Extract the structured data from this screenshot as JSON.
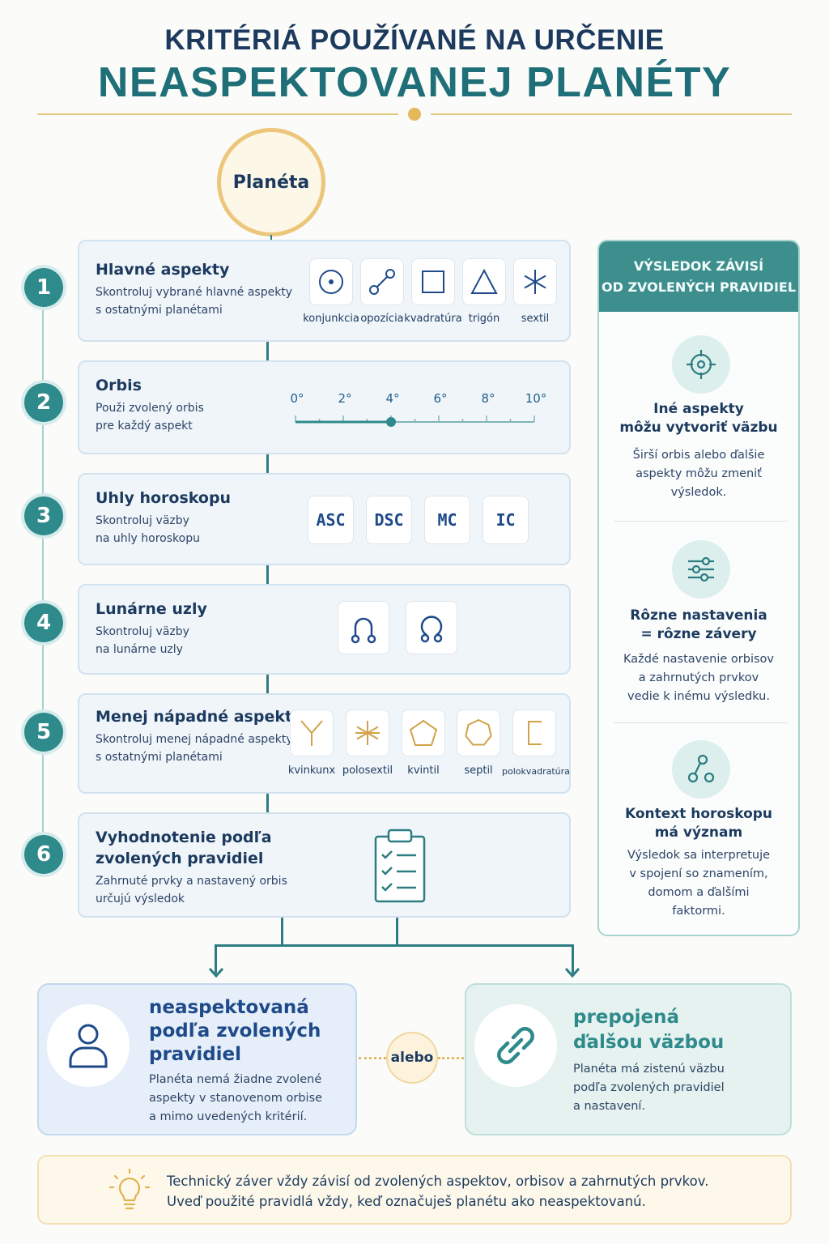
{
  "title_line1": "KRITÉRIÁ POUŽÍVANÉ NA URČENIE",
  "title_line2": "NEASPEKTOVANEJ PLANÉTY",
  "planet_label": "Planéta",
  "steps": [
    {
      "number": "1",
      "title": "Hlavné aspekty",
      "desc_line1": "Skontroluj vybrané hlavné aspekty",
      "desc_line2": "s ostatnými planétami",
      "items": [
        {
          "label": "konjunkcia",
          "icon": "conjunction-icon"
        },
        {
          "label": "opozícia",
          "icon": "opposition-icon"
        },
        {
          "label": "kvadratúra",
          "icon": "square-icon"
        },
        {
          "label": "trigón",
          "icon": "trine-icon"
        },
        {
          "label": "sextil",
          "icon": "sextile-icon"
        }
      ]
    },
    {
      "number": "2",
      "title": "Orbis",
      "desc_line1": "Použi zvolený orbis",
      "desc_line2": "pre každý aspekt",
      "scale": [
        "0°",
        "2°",
        "4°",
        "6°",
        "8°",
        "10°"
      ],
      "selected_value": 4
    },
    {
      "number": "3",
      "title": "Uhly horoskopu",
      "desc_line1": "Skontroluj väzby",
      "desc_line2": "na uhly horoskopu",
      "angles": [
        "ASC",
        "DSC",
        "MC",
        "IC"
      ]
    },
    {
      "number": "4",
      "title": "Lunárne uzly",
      "desc_line1": "Skontroluj väzby",
      "desc_line2": "na lunárne uzly",
      "icons": [
        "south-node-icon",
        "north-node-icon"
      ]
    },
    {
      "number": "5",
      "title": "Menej nápadné aspekty",
      "desc_line1": "Skontroluj menej nápadné aspekty",
      "desc_line2": "s ostatnými planétami",
      "items": [
        {
          "label": "kvinkunx",
          "icon": "quincunx-icon"
        },
        {
          "label": "polosextil",
          "icon": "semisextile-icon"
        },
        {
          "label": "kvintil",
          "icon": "quintile-icon"
        },
        {
          "label": "septil",
          "icon": "septile-icon"
        },
        {
          "label": "polokvadratúra",
          "icon": "semisquare-icon"
        }
      ]
    },
    {
      "number": "6",
      "title_line1": "Vyhodnotenie podľa",
      "title_line2": "zvolených pravidiel",
      "desc_line1": "Zahrnuté prvky a nastavený orbis",
      "desc_line2": "určujú výsledok",
      "icon": "checklist-icon"
    }
  ],
  "side_panel": {
    "header_line1": "VÝSLEDOK ZÁVISÍ",
    "header_line2": "OD ZVOLENÝCH PRAVIDIEL",
    "sections": [
      {
        "icon": "target-icon",
        "title_line1": "Iné aspekty",
        "title_line2": "môžu vytvoriť väzbu",
        "text_line1": "Širší orbis alebo ďalšie",
        "text_line2": "aspekty môžu zmeniť",
        "text_line3": "výsledok."
      },
      {
        "icon": "sliders-icon",
        "title_line1": "Rôzne nastavenia",
        "title_line2": "= rôzne závery",
        "text_line1": "Každé nastavenie orbisov",
        "text_line2": "a zahrnutých prvkov",
        "text_line3": "vedie k inému výsledku."
      },
      {
        "icon": "connection-nodes-icon",
        "title_line1": "Kontext horoskopu",
        "title_line2": "má význam",
        "text_line1": "Výsledok sa interpretuje",
        "text_line2": "v spojení so znamením,",
        "text_line3": "domom a ďalšími",
        "text_line4": "faktormi."
      }
    ]
  },
  "outcomes": {
    "left": {
      "icon": "person-icon",
      "title_line1": "neaspektovaná",
      "title_line2": "podľa zvolených",
      "title_line3": "pravidiel",
      "text_line1": "Planéta nemá žiadne zvolené",
      "text_line2": "aspekty v stanovenom orbise",
      "text_line3": "a mimo uvedených kritérií."
    },
    "or_label": "alebo",
    "right": {
      "icon": "link-icon",
      "title_line1": "prepojená",
      "title_line2": "ďalšou väzbou",
      "text_line1": "Planéta má zistenú väzbu",
      "text_line2": "podľa zvolených pravidiel",
      "text_line3": "a nastavení."
    }
  },
  "note": {
    "icon": "lightbulb-icon",
    "line1": "Technický záver vždy závisí od zvolených aspektov, orbisov a zahrnutých prvkov.",
    "line2": "Uveď použité pravidlá vždy, keď označuješ planétu ako neaspektovanú."
  },
  "colors": {
    "navy": "#1c3a5e",
    "teal": "#2f8a8c",
    "gold": "#e6b85c",
    "card_bg": "#f0f5fa"
  }
}
